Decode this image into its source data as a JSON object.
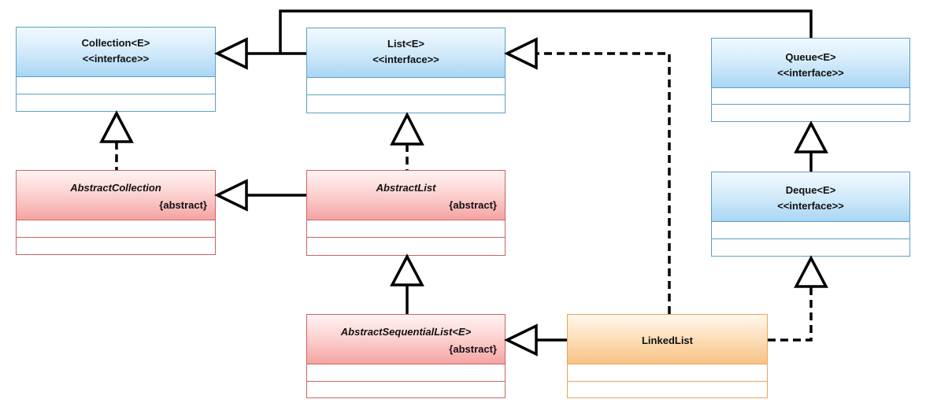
{
  "classes": {
    "collection": {
      "name": "Collection<E>",
      "stereotype": "<<interface>>"
    },
    "list": {
      "name": "List<E>",
      "stereotype": "<<interface>>"
    },
    "queue": {
      "name": "Queue<E>",
      "stereotype": "<<interface>>"
    },
    "deque": {
      "name": "Deque<E>",
      "stereotype": "<<interface>>"
    },
    "abstract_collection": {
      "name": "AbstractCollection",
      "modifier": "{abstract}"
    },
    "abstract_list": {
      "name": "AbstractList",
      "modifier": "{abstract}"
    },
    "abstract_sequential_list": {
      "name": "AbstractSequentialList<E>",
      "modifier": "{abstract}"
    },
    "linked_list": {
      "name": "LinkedList"
    }
  },
  "relations": [
    {
      "from": "List<E>",
      "to": "Collection<E>",
      "kind": "generalization"
    },
    {
      "from": "Queue<E>",
      "to": "Collection<E>",
      "kind": "generalization"
    },
    {
      "from": "AbstractCollection",
      "to": "Collection<E>",
      "kind": "realization"
    },
    {
      "from": "AbstractList",
      "to": "AbstractCollection",
      "kind": "generalization"
    },
    {
      "from": "AbstractList",
      "to": "List<E>",
      "kind": "realization"
    },
    {
      "from": "AbstractSequentialList<E>",
      "to": "AbstractList",
      "kind": "generalization"
    },
    {
      "from": "LinkedList",
      "to": "AbstractSequentialList<E>",
      "kind": "generalization"
    },
    {
      "from": "LinkedList",
      "to": "List<E>",
      "kind": "realization"
    },
    {
      "from": "LinkedList",
      "to": "Deque<E>",
      "kind": "realization"
    },
    {
      "from": "Deque<E>",
      "to": "Queue<E>",
      "kind": "generalization"
    }
  ]
}
